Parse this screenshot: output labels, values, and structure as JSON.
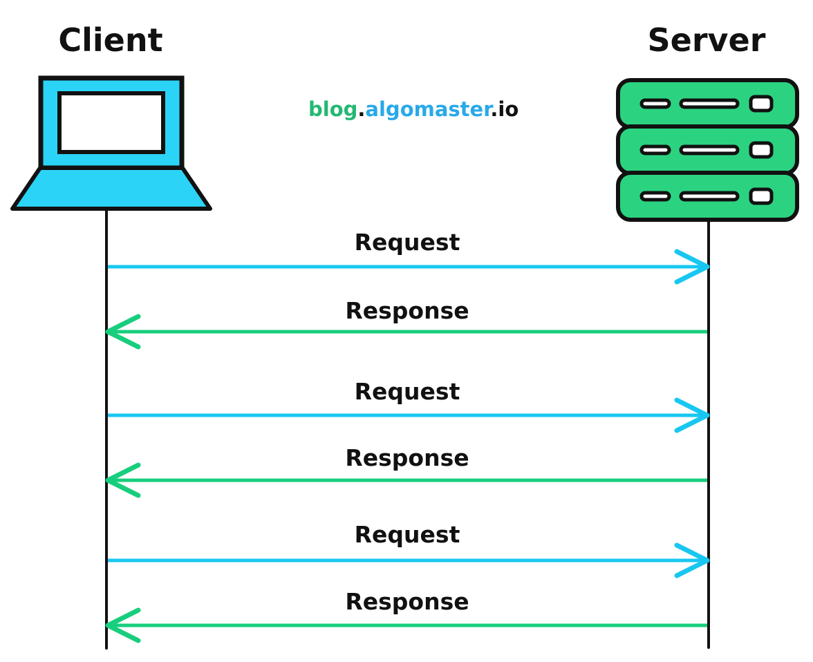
{
  "diagram": {
    "client": {
      "label": "Client"
    },
    "server": {
      "label": "Server"
    },
    "watermark": {
      "part1": "blog",
      "dot1": ".",
      "part2": "algomaster",
      "dot2": ".",
      "part3": "io"
    },
    "messages": [
      {
        "label": "Request",
        "direction": "client-to-server"
      },
      {
        "label": "Response",
        "direction": "server-to-client"
      },
      {
        "label": "Request",
        "direction": "client-to-server"
      },
      {
        "label": "Response",
        "direction": "server-to-client"
      },
      {
        "label": "Request",
        "direction": "client-to-server"
      },
      {
        "label": "Response",
        "direction": "server-to-client"
      }
    ],
    "colors": {
      "request_arrow": "#18C7F1",
      "response_arrow": "#17CE7D",
      "laptop_fill": "#2BD4F7",
      "server_fill": "#2BD381",
      "watermark_green": "#23B873",
      "watermark_blue": "#29A9E8",
      "line_black": "#111111"
    }
  }
}
